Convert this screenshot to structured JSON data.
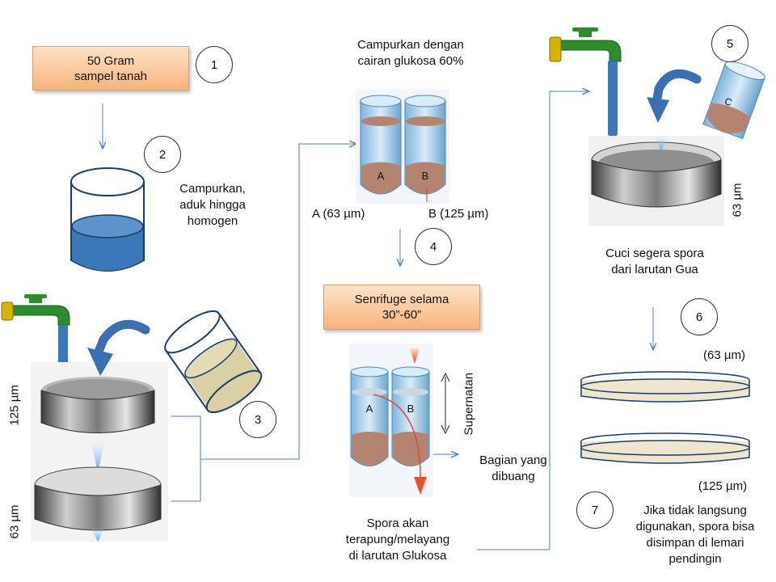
{
  "steps": {
    "n1": "1",
    "n2": "2",
    "n3": "3",
    "n4": "4",
    "n5": "5",
    "n6": "6",
    "n7": "7"
  },
  "box_sample": {
    "line1": "50 Gram",
    "line2": "sampel tanah"
  },
  "mix_text": {
    "line1": "Campurkan,",
    "line2": "aduk hingga",
    "line3": "homogen"
  },
  "glucose_text": {
    "line1": "Campurkan dengan",
    "line2": "cairan glukosa 60%"
  },
  "tube_labels": {
    "a": "A (63  µm)",
    "b": "B (125  µm)",
    "tube_a": "A",
    "tube_b": "B",
    "tube_c": "C"
  },
  "box_centrifuge": {
    "line1": "Senrifuge selama",
    "line2": "30”-60”"
  },
  "supernatan": "Supernatan",
  "discard_text": {
    "line1": "Bagian yang",
    "line2": "dibuang"
  },
  "spore_text": {
    "line1": "Spora akan",
    "line2": "terapung/melayang",
    "line3": "di larutan Glukosa"
  },
  "wash_text": {
    "line1": "Cuci segera spora",
    "line2": "dari larutan Gua"
  },
  "sieve_labels": {
    "left_top": "125 µm",
    "left_bottom": "63  µm",
    "right": "63  µm"
  },
  "dish_labels": {
    "top": "(63  µm)",
    "bottom": "(125 µm)"
  },
  "store_text": {
    "line1": "Jika tidak langsung",
    "line2": "digunakan, spora bisa",
    "line3": "disimpan di lemari",
    "line4": "pendingin"
  },
  "colors": {
    "arrow": "#4a7fc0",
    "box_fill": "#f8b37a",
    "water": "#3a78b8",
    "soil": "#b58470",
    "faucet": "#2e8b2e"
  }
}
